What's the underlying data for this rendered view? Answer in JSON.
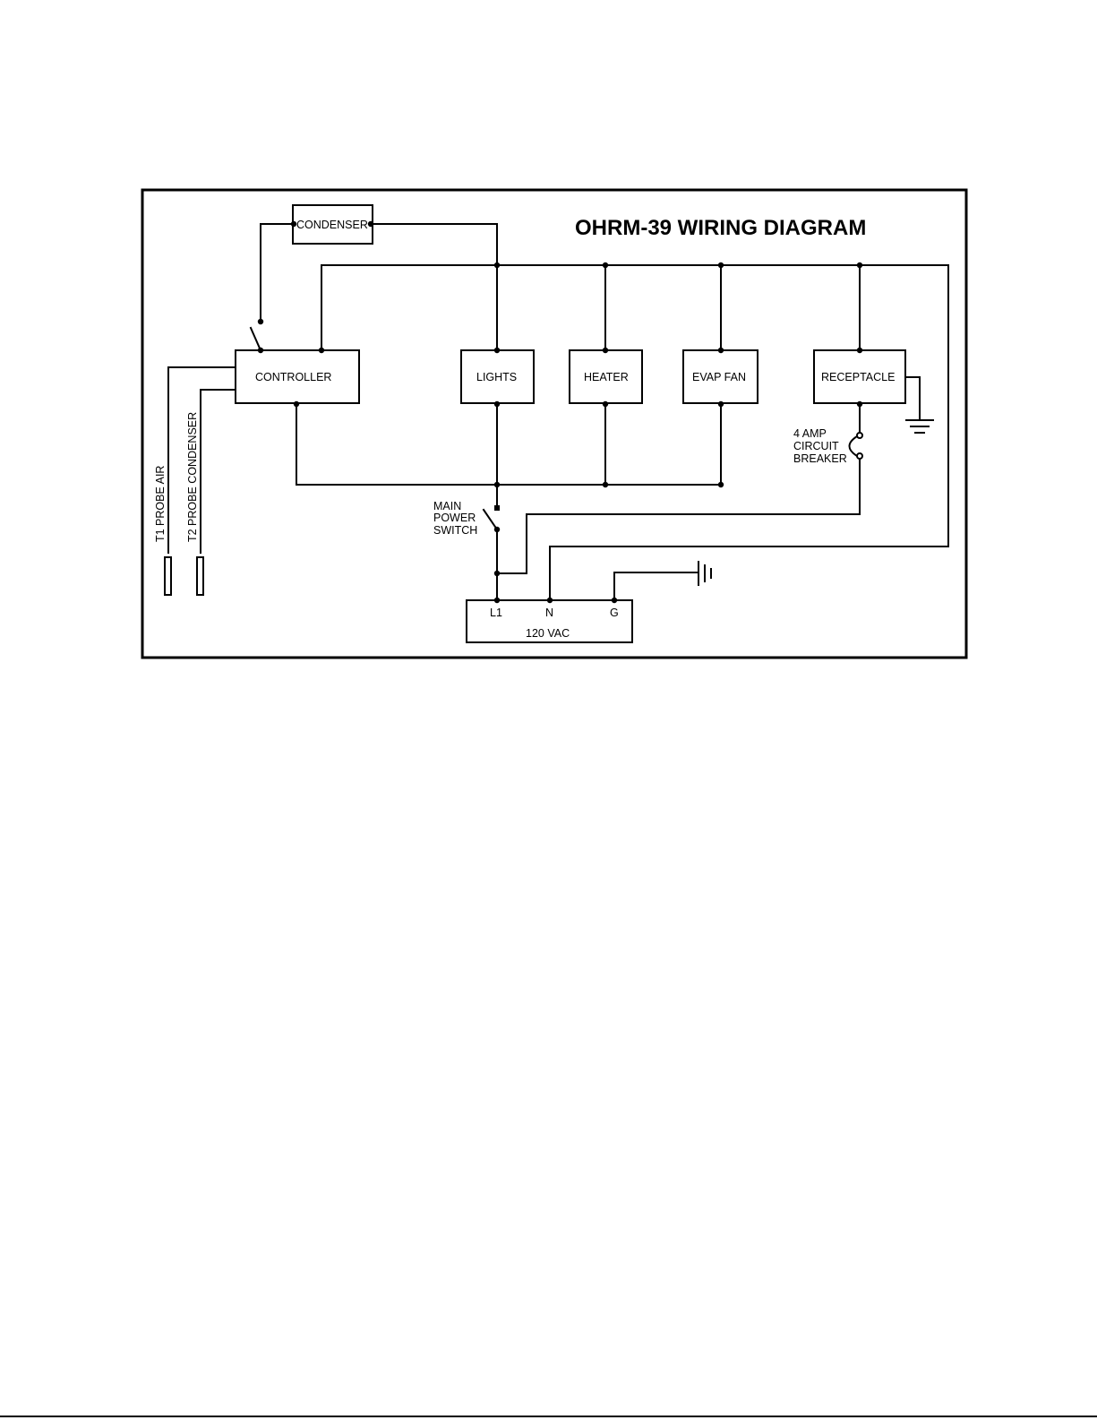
{
  "diagram": {
    "title": "OHRM-39 WIRING DIAGRAM",
    "components": {
      "condenser": "CONDENSER",
      "controller": "CONTROLLER",
      "lights": "LIGHTS",
      "heater": "HEATER",
      "evap_fan": "EVAP FAN",
      "receptacle": "RECEPTACLE"
    },
    "probes": {
      "t1": "T1 PROBE AIR",
      "t2": "T2 PROBE CONDENSER"
    },
    "circuit_breaker": [
      "4 AMP",
      "CIRCUIT",
      "BREAKER"
    ],
    "main_switch": [
      "MAIN",
      "POWER",
      "SWITCH"
    ],
    "supply": {
      "l1": "L1",
      "n": "N",
      "g": "G",
      "voltage": "120 VAC"
    }
  }
}
